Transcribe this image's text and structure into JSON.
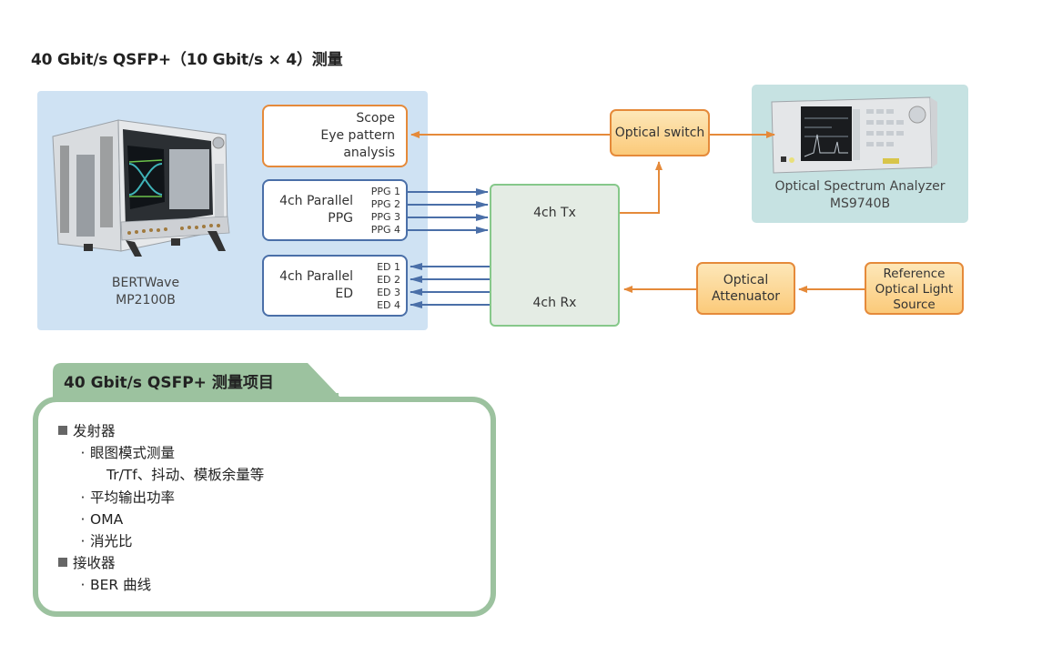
{
  "title": "40 Gbit/s QSFP+（10 Gbit/s × 4）测量",
  "colors": {
    "orange": "#e58a3a",
    "blue": "#4a6fa8",
    "green_border": "#86c88a",
    "panel_blue": "#cfe2f3",
    "panel_teal": "#c6e2e2",
    "card_green": "#9cc29f"
  },
  "bertwave": {
    "icon": "bertwave-instrument-icon",
    "name": "BERTWave",
    "model": "MP2100B",
    "scope": {
      "lines": [
        "Scope",
        "Eye pattern",
        "analysis"
      ]
    },
    "ppg": {
      "label_line1": "4ch Parallel",
      "label_line2": "PPG",
      "channels": [
        "PPG 1",
        "PPG 2",
        "PPG 3",
        "PPG 4"
      ]
    },
    "ed": {
      "label_line1": "4ch Parallel",
      "label_line2": "ED",
      "channels": [
        "ED 1",
        "ED 2",
        "ED 3",
        "ED 4"
      ]
    }
  },
  "module": {
    "tx": "4ch Tx",
    "rx": "4ch Rx",
    "icon": "qsfp-module-icon"
  },
  "optical_switch": "Optical switch",
  "osa": {
    "icon": "spectrum-analyzer-icon",
    "name": "Optical Spectrum Analyzer",
    "model": "MS9740B"
  },
  "attenuator": {
    "line1": "Optical",
    "line2": "Attenuator"
  },
  "reference_source": {
    "line1": "Reference",
    "line2": "Optical Light",
    "line3": "Source"
  },
  "measurement": {
    "heading": "40 Gbit/s QSFP+ 测量项目",
    "items": [
      {
        "level": 1,
        "marker": "square",
        "text": "发射器"
      },
      {
        "level": 2,
        "marker": "dot",
        "text": "眼图模式测量"
      },
      {
        "level": 3,
        "marker": "none",
        "text": "Tr/Tf、抖动、模板余量等"
      },
      {
        "level": 2,
        "marker": "dot",
        "text": "平均输出功率"
      },
      {
        "level": 2,
        "marker": "dot",
        "text": "OMA"
      },
      {
        "level": 2,
        "marker": "dot",
        "text": "消光比"
      },
      {
        "level": 1,
        "marker": "square",
        "text": "接收器"
      },
      {
        "level": 2,
        "marker": "dot",
        "text": "BER 曲线"
      }
    ]
  }
}
